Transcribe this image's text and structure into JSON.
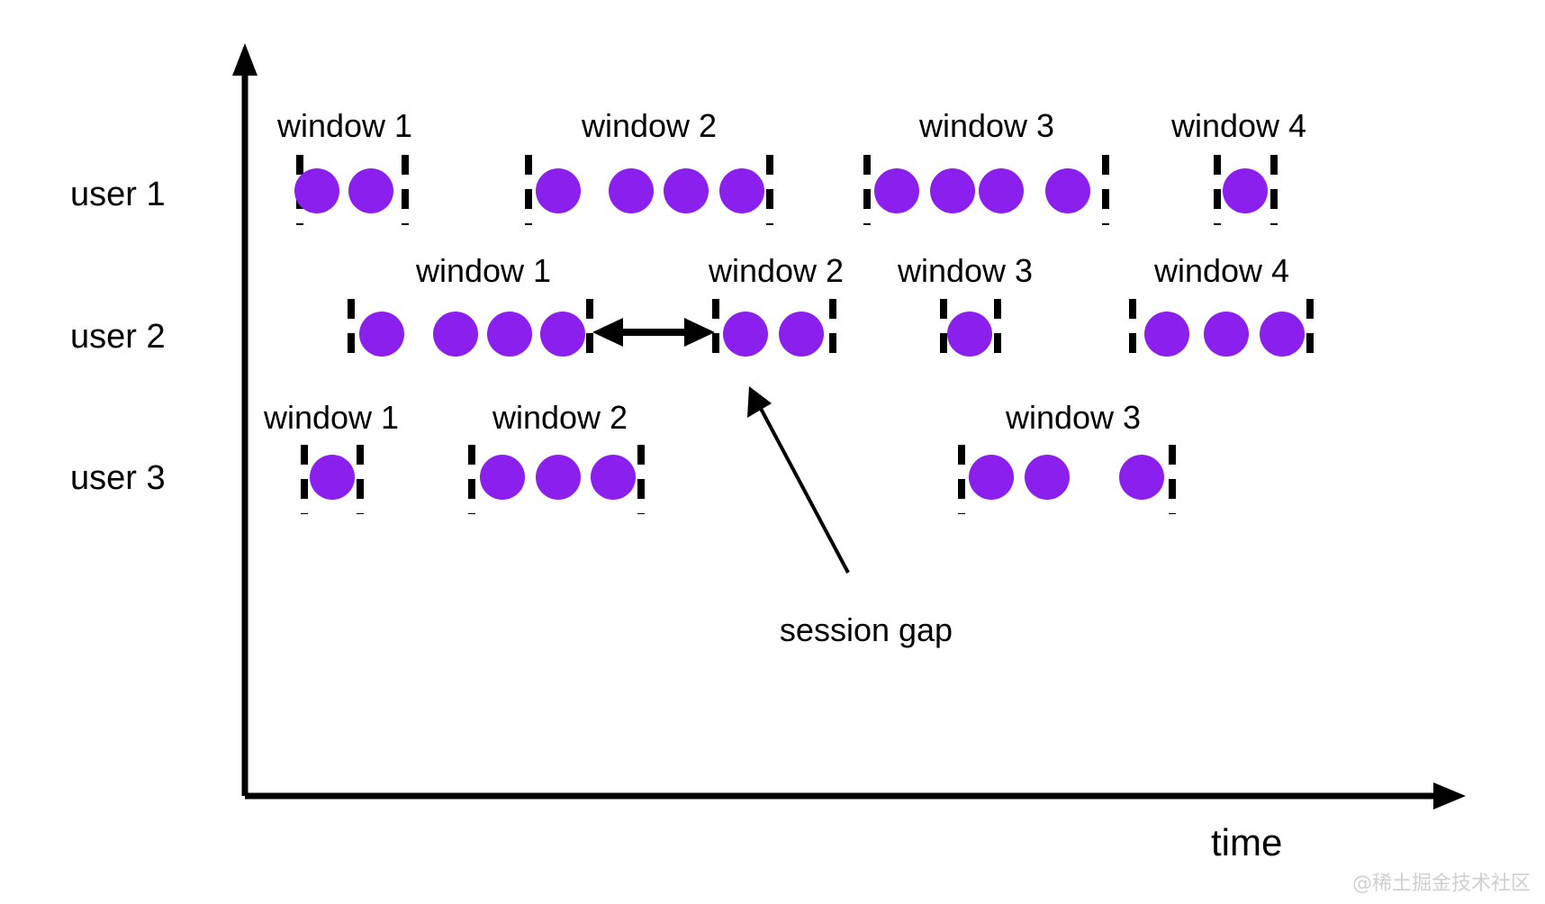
{
  "figure": {
    "title_text": "",
    "axis": {
      "x_label": "time",
      "y_label": ""
    },
    "annotation": {
      "label": "session gap"
    },
    "watermark": "@稀土掘金技术社区",
    "colors": {
      "event_dot": "#8B1FEE",
      "line": "#000000",
      "background": "#ffffff",
      "watermark": "#cfcfcf"
    }
  },
  "chart_data": {
    "type": "scatter",
    "title": "",
    "xlabel": "time",
    "ylabel": "",
    "grid": false,
    "legend": "none",
    "annotations": [
      {
        "text": "session gap",
        "points_to": "interval between user 2 window 1 end and user 2 window 2 start"
      }
    ],
    "rows": [
      {
        "label": "user 1",
        "windows": [
          {
            "label": "window 1",
            "start": 333,
            "end": 450,
            "events": 2
          },
          {
            "label": "window 2",
            "start": 587,
            "end": 855,
            "events": 4
          },
          {
            "label": "window 3",
            "start": 963,
            "end": 1228,
            "events": 4
          },
          {
            "label": "window 4",
            "start": 1352,
            "end": 1415,
            "events": 1
          }
        ]
      },
      {
        "label": "user 2",
        "windows": [
          {
            "label": "window 1",
            "start": 390,
            "end": 655,
            "events": 4
          },
          {
            "label": "window 2",
            "start": 795,
            "end": 925,
            "events": 2
          },
          {
            "label": "window 3",
            "start": 1048,
            "end": 1108,
            "events": 1
          },
          {
            "label": "window 4",
            "start": 1258,
            "end": 1455,
            "events": 3
          }
        ]
      },
      {
        "label": "user 3",
        "windows": [
          {
            "label": "window 1",
            "start": 338,
            "end": 400,
            "events": 1
          },
          {
            "label": "window 2",
            "start": 524,
            "end": 712,
            "events": 3
          },
          {
            "label": "window 3",
            "start": 1068,
            "end": 1302,
            "events": 3
          }
        ]
      }
    ]
  },
  "labels": {
    "user1": "user 1",
    "user2": "user 2",
    "user3": "user 3",
    "time": "time",
    "session_gap": "session gap",
    "watermark": "@稀土掘金技术社区",
    "u1w1": "window 1",
    "u1w2": "window 2",
    "u1w3": "window 3",
    "u1w4": "window 4",
    "u2w1": "window 1",
    "u2w2": "window 2",
    "u2w3": "window 3",
    "u2w4": "window 4",
    "u3w1": "window 1",
    "u3w2": "window 2",
    "u3w3": "window 3"
  }
}
